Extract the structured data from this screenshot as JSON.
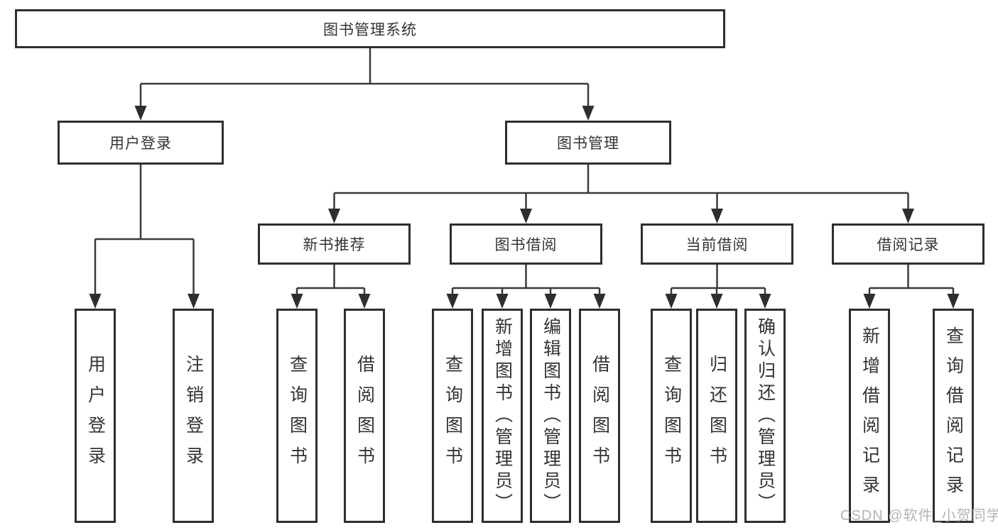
{
  "diagram": {
    "root": {
      "label": "图书管理系统"
    },
    "level2": [
      {
        "id": "user-login",
        "label": "用户登录"
      },
      {
        "id": "book-management",
        "label": "图书管理"
      }
    ],
    "level3": [
      {
        "id": "new-book-recommendation",
        "label": "新书推荐",
        "parent": "图书管理"
      },
      {
        "id": "book-borrowing",
        "label": "图书借阅",
        "parent": "图书管理"
      },
      {
        "id": "current-borrowing",
        "label": "当前借阅",
        "parent": "图书管理"
      },
      {
        "id": "borrowing-records",
        "label": "借阅记录",
        "parent": "图书管理"
      }
    ],
    "leaves": [
      {
        "label": "用户登录",
        "parent": "用户登录"
      },
      {
        "label": "注销登录",
        "parent": "用户登录"
      },
      {
        "label": "查询图书",
        "parent": "新书推荐"
      },
      {
        "label": "借阅图书",
        "parent": "新书推荐"
      },
      {
        "label": "查询图书",
        "parent": "图书借阅"
      },
      {
        "label": "新增图书（管理员）",
        "parent": "图书借阅"
      },
      {
        "label": "编辑图书（管理员）",
        "parent": "图书借阅"
      },
      {
        "label": "借阅图书",
        "parent": "图书借阅"
      },
      {
        "label": "查询图书",
        "parent": "当前借阅"
      },
      {
        "label": "归还图书",
        "parent": "当前借阅"
      },
      {
        "label": "确认归还（管理员）",
        "parent": "当前借阅"
      },
      {
        "label": "新增借阅记录",
        "parent": "借阅记录"
      },
      {
        "label": "查询借阅记录",
        "parent": "借阅记录"
      }
    ]
  },
  "watermark": "CSDN @软件_小贺同学",
  "colors": {
    "line": "#3a3a3a",
    "box_border": "#2e2e2e",
    "text": "#333333",
    "watermark": "#b4b4b4",
    "background": "#ffffff"
  }
}
